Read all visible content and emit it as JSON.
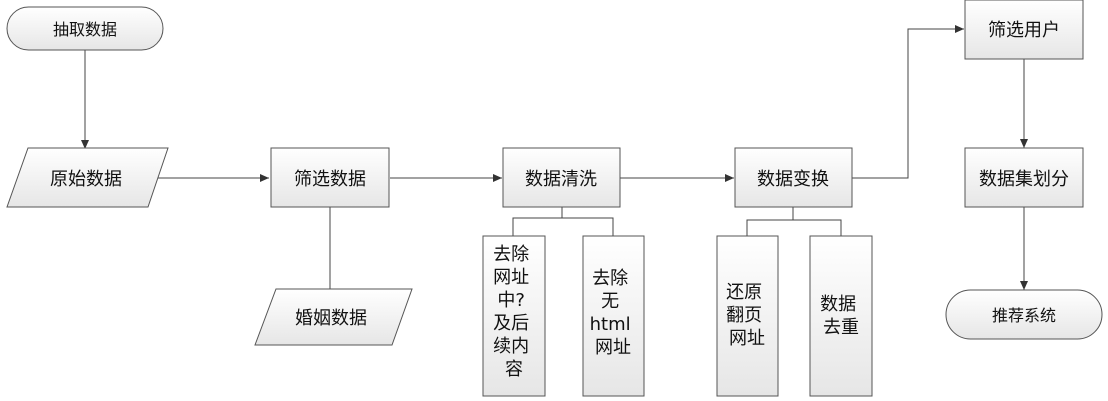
{
  "diagram": {
    "nodes": {
      "extract": "抽取数据",
      "raw": "原始数据",
      "filter_data": "筛选数据",
      "marriage": "婚姻数据",
      "clean": "数据清洗",
      "transform": "数据变换",
      "filter_users": "筛选用户",
      "split": "数据集划分",
      "recommend": "推荐系统"
    },
    "notes": {
      "remove_url_query": [
        "去除",
        "网址",
        "中?",
        "及后",
        "续内",
        "容"
      ],
      "remove_non_html": [
        "去除",
        "无",
        "html",
        "网址"
      ],
      "restore_paging": [
        "还原",
        "翻页",
        "网址"
      ],
      "dedupe": [
        "数据",
        "去重"
      ]
    }
  }
}
